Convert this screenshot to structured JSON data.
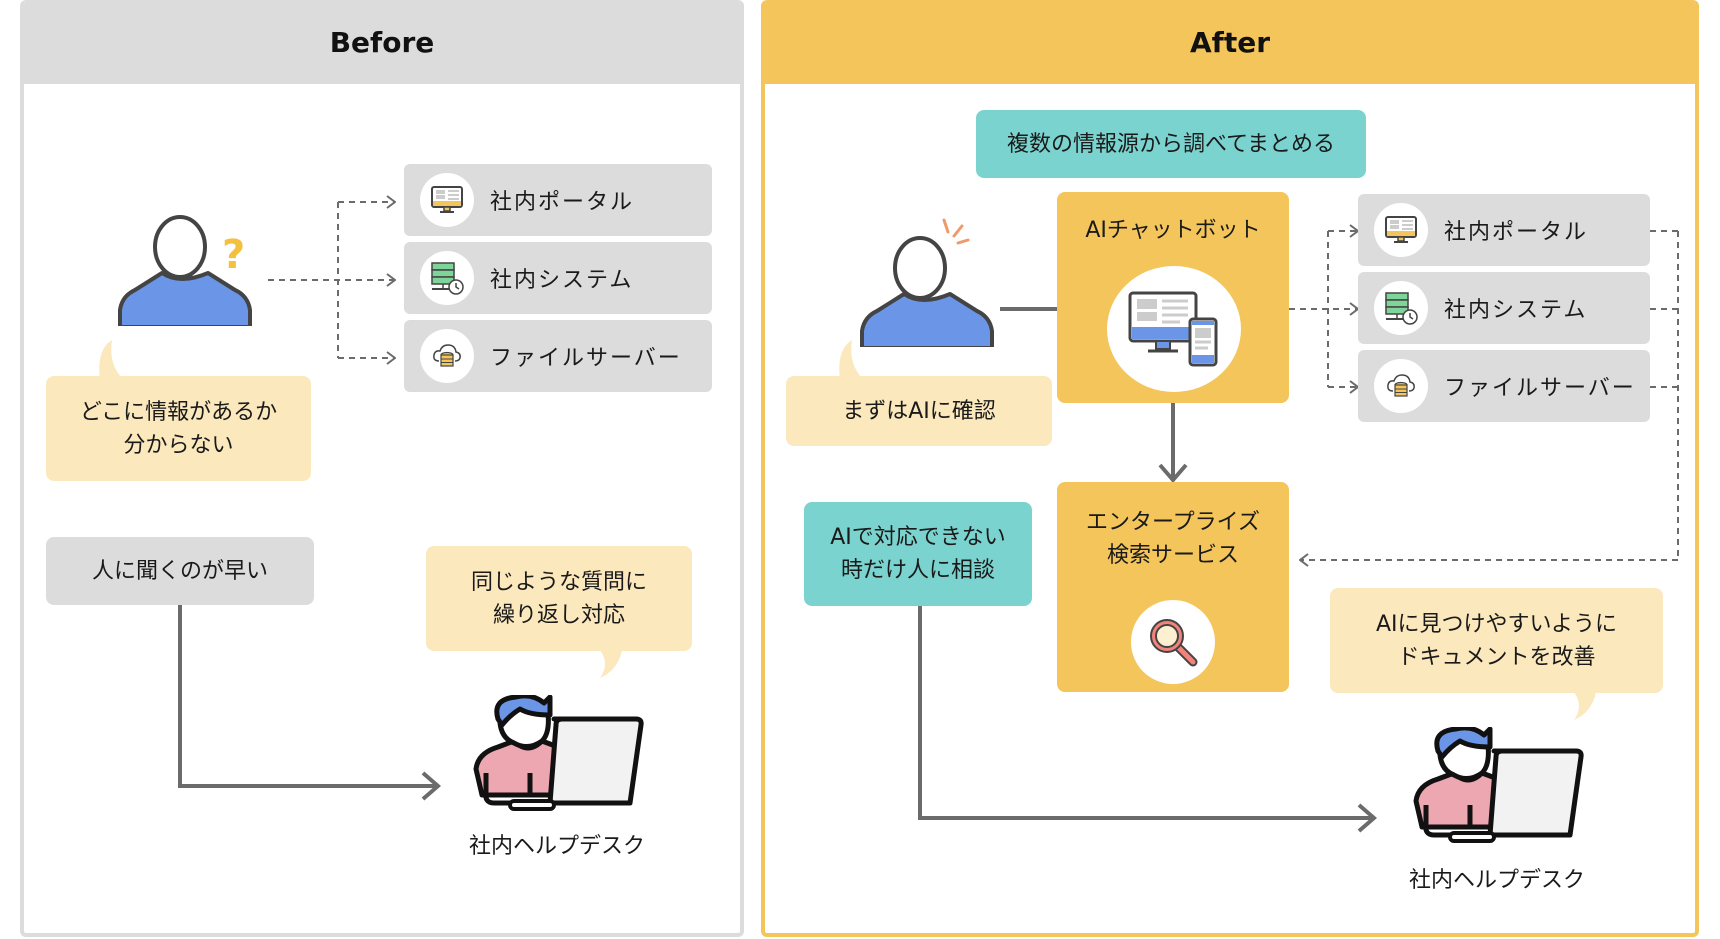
{
  "before": {
    "title": "Before",
    "user_bubble": "どこに情報があるか\n分からない",
    "sources": [
      {
        "label": "社内ポータル",
        "icon": "monitor-portal-icon"
      },
      {
        "label": "社内システム",
        "icon": "server-clock-icon"
      },
      {
        "label": "ファイルサーバー",
        "icon": "cloud-database-icon"
      }
    ],
    "ask_box": "人に聞くのが早い",
    "helpdesk_bubble": "同じような質問に\n繰り返し対応",
    "helpdesk_label": "社内ヘルプデスク"
  },
  "after": {
    "title": "After",
    "banner": "複数の情報源から調べてまとめる",
    "chatbot_title": "AIチャットボット",
    "user_bubble": "まずはAIに確認",
    "sources": [
      {
        "label": "社内ポータル",
        "icon": "monitor-portal-icon"
      },
      {
        "label": "社内システム",
        "icon": "server-clock-icon"
      },
      {
        "label": "ファイルサーバー",
        "icon": "cloud-database-icon"
      }
    ],
    "search_title": "エンタープライズ\n検索サービス",
    "escalate_box": "AIで対応できない\n時だけ人に相談",
    "helpdesk_bubble": "AIに見つけやすいように\nドキュメントを改善",
    "helpdesk_label": "社内ヘルプデスク"
  },
  "colors": {
    "before_header": "#dcdcdc",
    "after_header": "#f4c55a",
    "teal": "#7ad3cf",
    "cream": "#fbe8bd",
    "user_shirt": "#6b96e8",
    "helpdesk_shirt": "#eca7b0",
    "question_mark": "#f4c03d",
    "line": "#6b6b6b"
  }
}
